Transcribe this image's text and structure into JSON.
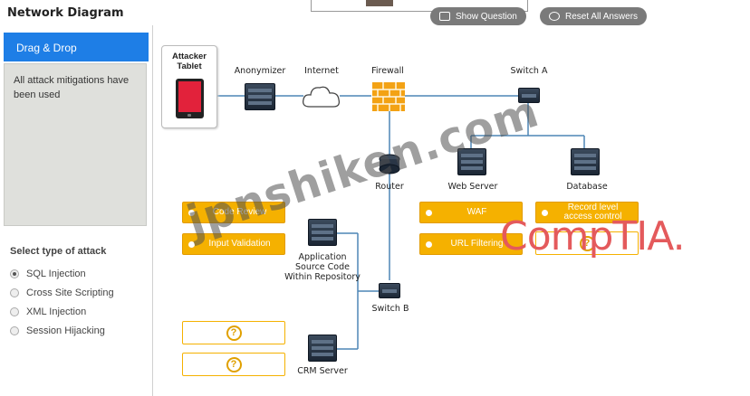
{
  "header": {
    "title": "Network Diagram"
  },
  "top_buttons": {
    "show_question": "Show Question",
    "reset_all": "Reset All Answers"
  },
  "sidebar": {
    "drag_drop_tab": "Drag & Drop",
    "status_message": "All attack mitigations have been used",
    "attack_type_title": "Select type of attack",
    "attack_types": [
      {
        "label": "SQL Injection",
        "selected": true
      },
      {
        "label": "Cross Site Scripting",
        "selected": false
      },
      {
        "label": "XML Injection",
        "selected": false
      },
      {
        "label": "Session Hijacking",
        "selected": false
      }
    ]
  },
  "diagram": {
    "attacker_tablet": "Attacker Tablet",
    "anonymizer": "Anonymizer",
    "internet": "Internet",
    "firewall": "Firewall",
    "switch_a": "Switch A",
    "router": "Router",
    "web_server": "Web Server",
    "database": "Database",
    "app_repo": "Application Source Code Within Repository",
    "switch_b": "Switch B",
    "crm_server": "CRM Server"
  },
  "mitigations": {
    "code_review": "Code Review",
    "input_validation": "Input Validation",
    "waf": "WAF",
    "record_level_access_control": "Record level access control",
    "url_filtering": "URL Filtering",
    "empty_slot_glyph": "?"
  },
  "watermarks": {
    "site": "jpnshiken.com",
    "logo": "CompTIA."
  },
  "colors": {
    "accent_blue": "#1e7ee6",
    "mitigation_orange": "#f5b100",
    "logo_red": "#e45a5c"
  }
}
